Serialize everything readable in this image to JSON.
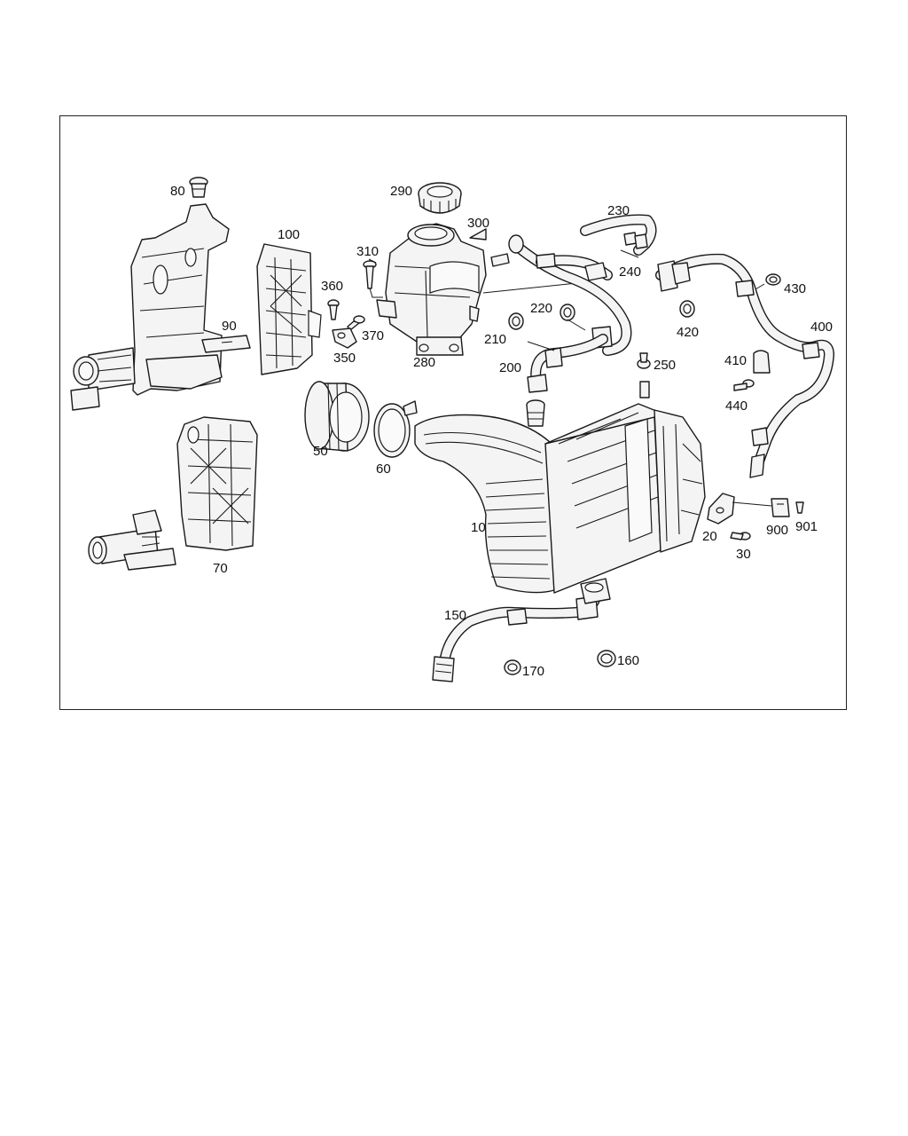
{
  "labels": {
    "l80": "80",
    "l90": "90",
    "l100": "100",
    "l70": "70",
    "l290": "290",
    "l300": "300",
    "l310": "310",
    "l360": "360",
    "l370": "370",
    "l350": "350",
    "l280": "280",
    "l230": "230",
    "l240": "240",
    "l220": "220",
    "l210": "210",
    "l200": "200",
    "l250": "250",
    "l430": "430",
    "l420": "420",
    "l400": "400",
    "l410": "410",
    "l440": "440",
    "l50": "50",
    "l60": "60",
    "l10": "10",
    "l20": "20",
    "l30": "30",
    "l900": "900",
    "l901": "901",
    "l150": "150",
    "l170": "170",
    "l160": "160"
  }
}
